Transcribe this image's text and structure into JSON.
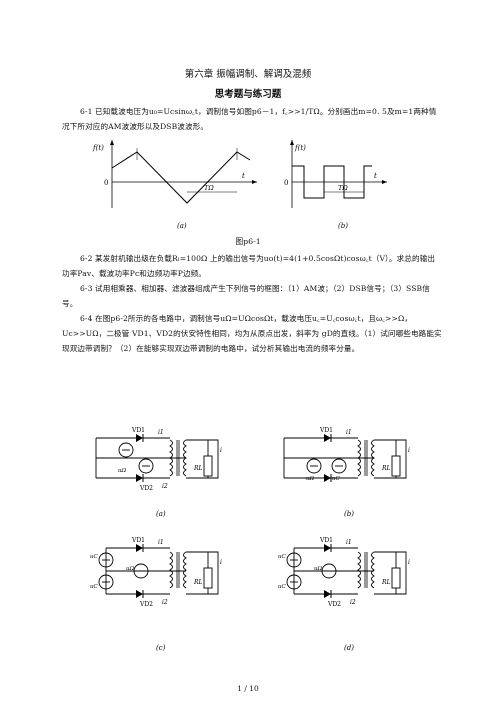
{
  "header": {
    "chapter_title": "第六章 振幅调制、解调及混频",
    "section_title": "思考题与练习题"
  },
  "problems": {
    "p1": "6-1 已知载波电压为u₀=Ucsinω꜀t，调制信号如图p6－1，f꜀>>1/TΩ。分别画出m=0. 5及m=1两种情况下所对应的AM波波形以及DSB波波形。",
    "p2": "6-2 某发射机输出级在负载Rₗ=100Ω 上的输出信号为uo(t)=4(1+0.5cosΩt)cosω꜀t（V）。求总的输出功率Pav、载波功率Pc和边频功率P边频。",
    "p3": "6-3 试用相乘器、相加器、滤波器组成产生下列信号的框图：（1）AM波；（2）DSB信号；（3）SSB信号。",
    "p4": "6-4 在图p6-2所示的各电路中，调制信号uΩ=UΩcosΩt，载波电压u꜀=U꜀cosω꜀t，且ω꜀>>Ω，Uc>>UΩ，二极管 VD1、VD2的伏安特性相同，均为从原点出发，斜率为 gD的直线。（1）试问哪些电路能实现双边带调制？（2）在能够实现双边带调制的电路中，试分析其输出电流的频率分量。"
  },
  "figure1": {
    "caption": "图p6-1",
    "panel_a": {
      "label": "(a)",
      "f_label": "f(t)",
      "t_label": "t",
      "origin": "0",
      "period": "TΩ"
    },
    "panel_b": {
      "label": "(b)",
      "f_label": "f(t)",
      "t_label": "t",
      "origin": "0",
      "period": "TΩ"
    }
  },
  "figure2": {
    "panels": [
      {
        "label": "(a)"
      },
      {
        "label": "(b)"
      },
      {
        "label": "(c)"
      },
      {
        "label": "(d)"
      }
    ],
    "labels": {
      "vd1": "VD1",
      "vd2": "VD2",
      "i1": "i1",
      "i2": "i2",
      "i": "i",
      "rl": "RL",
      "u_omega": "uΩ",
      "u_c": "uC"
    }
  },
  "footer": {
    "page": "1 / 10"
  }
}
